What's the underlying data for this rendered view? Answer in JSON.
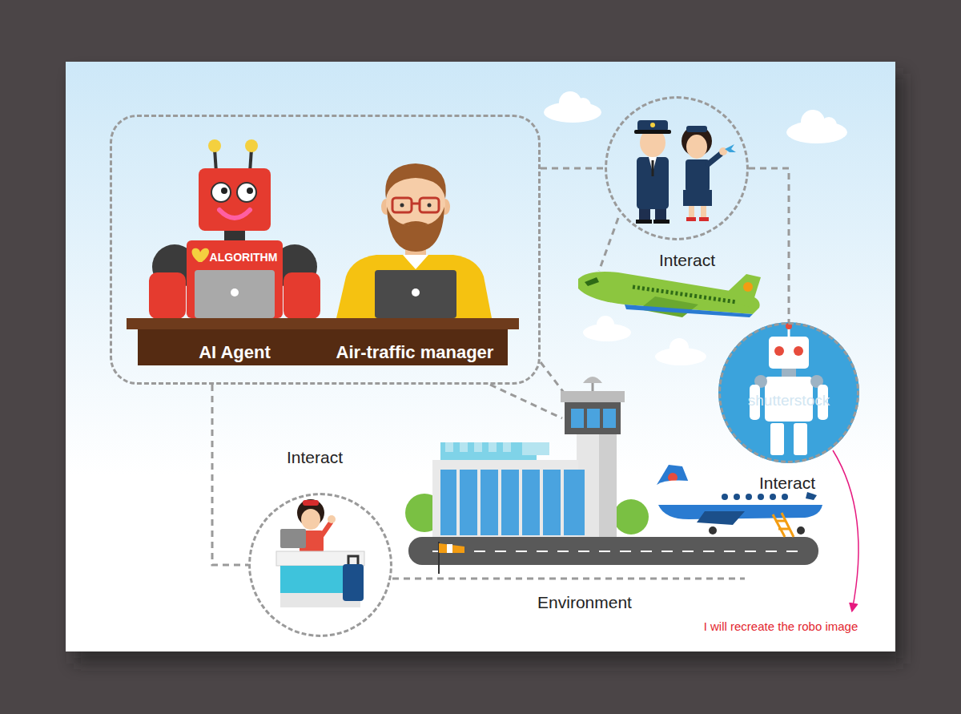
{
  "diagram": {
    "nodes": [
      {
        "text": [
          "AI Agent",
          "Air-traffic manager"
        ]
      },
      {
        "text": [
          "Interact"
        ]
      },
      {
        "text": [
          "Interact"
        ]
      },
      {
        "text": [
          "Interact"
        ]
      }
    ],
    "edges": [
      {
        "from": 0,
        "to": 1,
        "arrow": "none"
      },
      {
        "from": 1,
        "to": 2,
        "arrow": "none"
      },
      {
        "from": 0,
        "to": 3,
        "arrow": "none"
      }
    ],
    "labels": [
      "ALGORITHM",
      "shutterstock",
      "Environment",
      "I will recreate the robo image"
    ]
  }
}
